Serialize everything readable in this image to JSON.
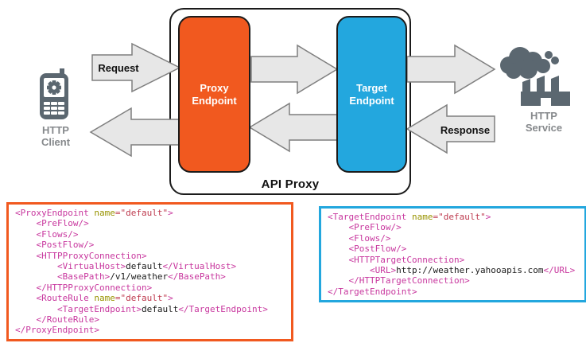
{
  "diagram": {
    "api_proxy_label": "API Proxy",
    "proxy_endpoint_label": [
      "Proxy",
      "Endpoint"
    ],
    "target_endpoint_label": [
      "Target",
      "Endpoint"
    ],
    "request_label": "Request",
    "response_label": "Response",
    "http_client_label": [
      "HTTP",
      "Client"
    ],
    "http_service_label": [
      "HTTP",
      "Service"
    ],
    "icons": {
      "client": "mobile-phone-gear-icon",
      "service": "cloud-factory-icon"
    },
    "colors": {
      "proxy_endpoint": "#F1591F",
      "target_endpoint": "#23A7DE",
      "arrow_fill": "#E7E7E7",
      "arrow_stroke": "#7F7F7F",
      "icon_gray": "#5B6770",
      "icon_label_gray": "#86898C",
      "box_border": "#1b1b1b"
    }
  },
  "code_colors": {
    "tag": "#C8379E",
    "attribute_name": "#989300",
    "attribute_value": "#BE3B4F",
    "text_content": "#1a1a1a"
  },
  "code_blocks": {
    "proxy_endpoint": {
      "lines": [
        [
          {
            "c": "tag",
            "t": "<ProxyEndpoint "
          },
          {
            "c": "attr",
            "t": "name"
          },
          {
            "c": "str",
            "t": "=\"default\""
          },
          {
            "c": "tag",
            "t": ">"
          }
        ],
        [
          {
            "c": "tag",
            "t": "    <PreFlow/>"
          }
        ],
        [
          {
            "c": "tag",
            "t": "    <Flows/>"
          }
        ],
        [
          {
            "c": "tag",
            "t": "    <PostFlow/>"
          }
        ],
        [
          {
            "c": "tag",
            "t": "    <HTTPProxyConnection>"
          }
        ],
        [
          {
            "c": "tag",
            "t": "        <VirtualHost>"
          },
          {
            "c": "plain",
            "t": "default"
          },
          {
            "c": "tag",
            "t": "</VirtualHost>"
          }
        ],
        [
          {
            "c": "tag",
            "t": "        <BasePath>"
          },
          {
            "c": "plain",
            "t": "/v1/weather"
          },
          {
            "c": "tag",
            "t": "</BasePath>"
          }
        ],
        [
          {
            "c": "tag",
            "t": "    </HTTPProxyConnection>"
          }
        ],
        [
          {
            "c": "tag",
            "t": "    <RouteRule "
          },
          {
            "c": "attr",
            "t": "name"
          },
          {
            "c": "str",
            "t": "=\"default\""
          },
          {
            "c": "tag",
            "t": ">"
          }
        ],
        [
          {
            "c": "tag",
            "t": "        <TargetEndpoint>"
          },
          {
            "c": "plain",
            "t": "default"
          },
          {
            "c": "tag",
            "t": "</TargetEndpoint>"
          }
        ],
        [
          {
            "c": "tag",
            "t": "    </RouteRule>"
          }
        ],
        [
          {
            "c": "tag",
            "t": "</ProxyEndpoint>"
          }
        ]
      ]
    },
    "target_endpoint": {
      "lines": [
        [
          {
            "c": "tag",
            "t": "<TargetEndpoint "
          },
          {
            "c": "attr",
            "t": "name"
          },
          {
            "c": "str",
            "t": "=\"default\""
          },
          {
            "c": "tag",
            "t": ">"
          }
        ],
        [
          {
            "c": "tag",
            "t": "    <PreFlow/>"
          }
        ],
        [
          {
            "c": "tag",
            "t": "    <Flows/>"
          }
        ],
        [
          {
            "c": "tag",
            "t": "    <PostFlow/>"
          }
        ],
        [
          {
            "c": "tag",
            "t": "    <HTTPTargetConnection>"
          }
        ],
        [
          {
            "c": "tag",
            "t": "        <URL>"
          },
          {
            "c": "plain",
            "t": "http://weather.yahooapis.com"
          },
          {
            "c": "tag",
            "t": "</URL>"
          }
        ],
        [
          {
            "c": "tag",
            "t": "    </HTTPTargetConnection>"
          }
        ],
        [
          {
            "c": "tag",
            "t": "</TargetEndpoint>"
          }
        ]
      ]
    }
  }
}
